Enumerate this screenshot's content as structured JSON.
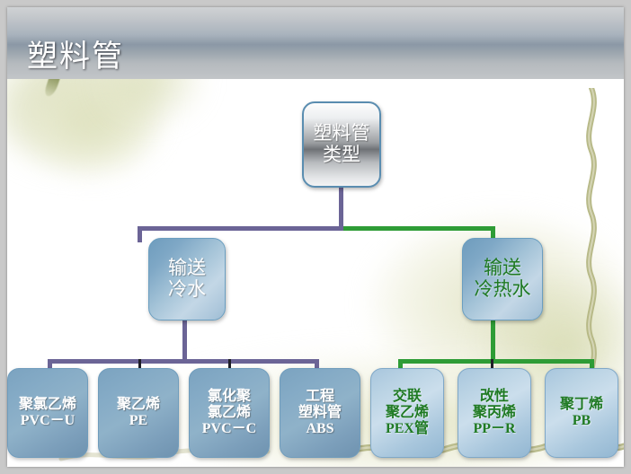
{
  "slide": {
    "title": "塑料管"
  },
  "colors": {
    "connector_left": "#6b6496",
    "connector_right": "#2e9c36",
    "node_blue": "#7ba3c0",
    "node_light_blue": "#bad3e4",
    "text_green": "#1f7a23",
    "text_white": "#ffffff",
    "title_band_mid": "#8b98a6",
    "frame": "#c9c9c9"
  },
  "diagram": {
    "root": {
      "id": "root",
      "lines": [
        "塑料管",
        "类型"
      ]
    },
    "branches": [
      {
        "id": "cold-water",
        "lines": [
          "输送",
          "冷水"
        ],
        "text_color": "white",
        "connector": "#6b6496",
        "children": [
          {
            "id": "pvc-u",
            "lines": [
              "聚氯乙烯",
              "PVC－U"
            ]
          },
          {
            "id": "pe",
            "lines": [
              "聚乙烯",
              "PE"
            ]
          },
          {
            "id": "pvc-c",
            "lines": [
              "氯化聚",
              "氯乙烯",
              "PVC－C"
            ]
          },
          {
            "id": "abs",
            "lines": [
              "工程",
              "塑料管",
              "ABS"
            ]
          }
        ]
      },
      {
        "id": "cold-hot-water",
        "lines": [
          "输送",
          "冷热水"
        ],
        "text_color": "green",
        "connector": "#2e9c36",
        "children": [
          {
            "id": "pex",
            "lines": [
              "交联",
              "聚乙烯",
              "PEX管"
            ]
          },
          {
            "id": "pp-r",
            "lines": [
              "改性",
              "聚丙烯",
              "PP－R"
            ]
          },
          {
            "id": "pb",
            "lines": [
              "聚丁烯",
              "PB"
            ]
          }
        ]
      }
    ]
  }
}
